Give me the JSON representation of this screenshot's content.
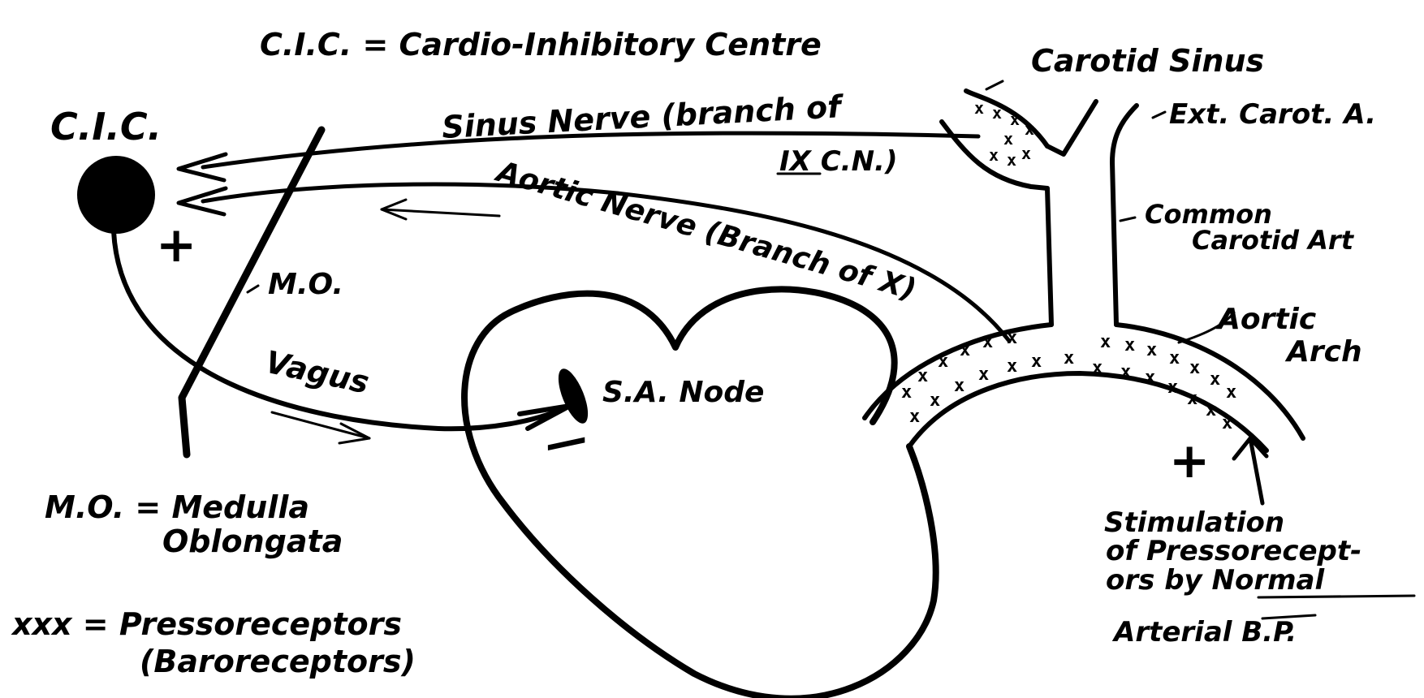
{
  "labels": {
    "title": "C.I.C. = Cardio-Inhibitory Centre",
    "cic": "C.I.C.",
    "carotid_sinus": "Carotid Sinus",
    "ext_carot": "Ext. Carot. A.",
    "sinus_nerve_1": "Sinus Nerve (branch of",
    "sinus_nerve_2": "IX C.N.)",
    "aortic_nerve": "Aortic Nerve (Branch of X)",
    "common_carotid_1": "Common",
    "common_carotid_2": "Carotid Art",
    "mo": "M.O.",
    "aortic_arch_1": "Aortic",
    "aortic_arch_2": "Arch",
    "vagus": "Vagus",
    "sa_node": "S.A. Node",
    "mo_def_1": "M.O. = Medulla",
    "mo_def_2": "Oblongata",
    "xxx_def_1": "xxx = Pressoreceptors",
    "xxx_def_2": "(Baroreceptors)",
    "stim_1": "Stimulation",
    "stim_2": "of Pressorecept-",
    "stim_3": "ors by Normal",
    "stim_4": "Arterial B.P.",
    "plus_cic": "+",
    "plus_arch": "+",
    "minus_sa": "—",
    "pressoreceptor_mark": "x"
  },
  "colors": {
    "ink": "#000000",
    "background": "#ffffff"
  }
}
